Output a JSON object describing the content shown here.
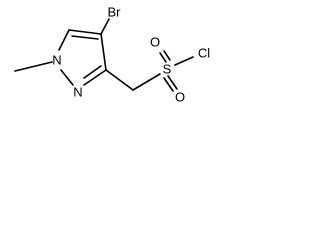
{
  "molecule": {
    "atom_labels": {
      "bromine": "Br",
      "methyl_nitrogen": "N",
      "ring_nitrogen": "N",
      "sulfur": "S",
      "oxygen_top": "O",
      "oxygen_bottom": "O",
      "chlorine": "Cl"
    }
  }
}
